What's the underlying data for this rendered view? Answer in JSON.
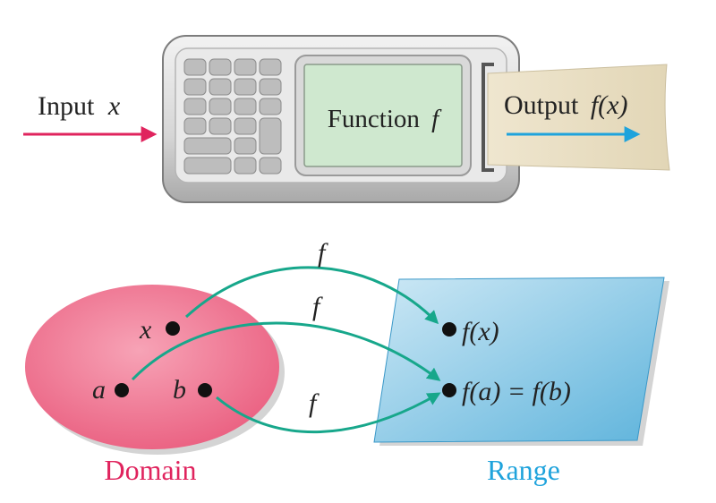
{
  "machine": {
    "input": {
      "label": "Input",
      "var": "x"
    },
    "function": {
      "label": "Function",
      "var": "f"
    },
    "output": {
      "label": "Output",
      "expr": "f(x)"
    }
  },
  "mapping": {
    "domain_label": "Domain",
    "range_label": "Range",
    "domain_points": [
      "x",
      "a",
      "b"
    ],
    "range_points": [
      "f(x)",
      "f(a) = f(b)"
    ],
    "arrow_labels": [
      "f",
      "f",
      "f"
    ]
  },
  "colors": {
    "input_arrow": "#e0245e",
    "output_arrow": "#1fa3dc",
    "mapping_arrow": "#17a78b",
    "domain_text": "#e0245e",
    "range_text": "#1fa3dc",
    "screen": "#cfe8cf"
  }
}
